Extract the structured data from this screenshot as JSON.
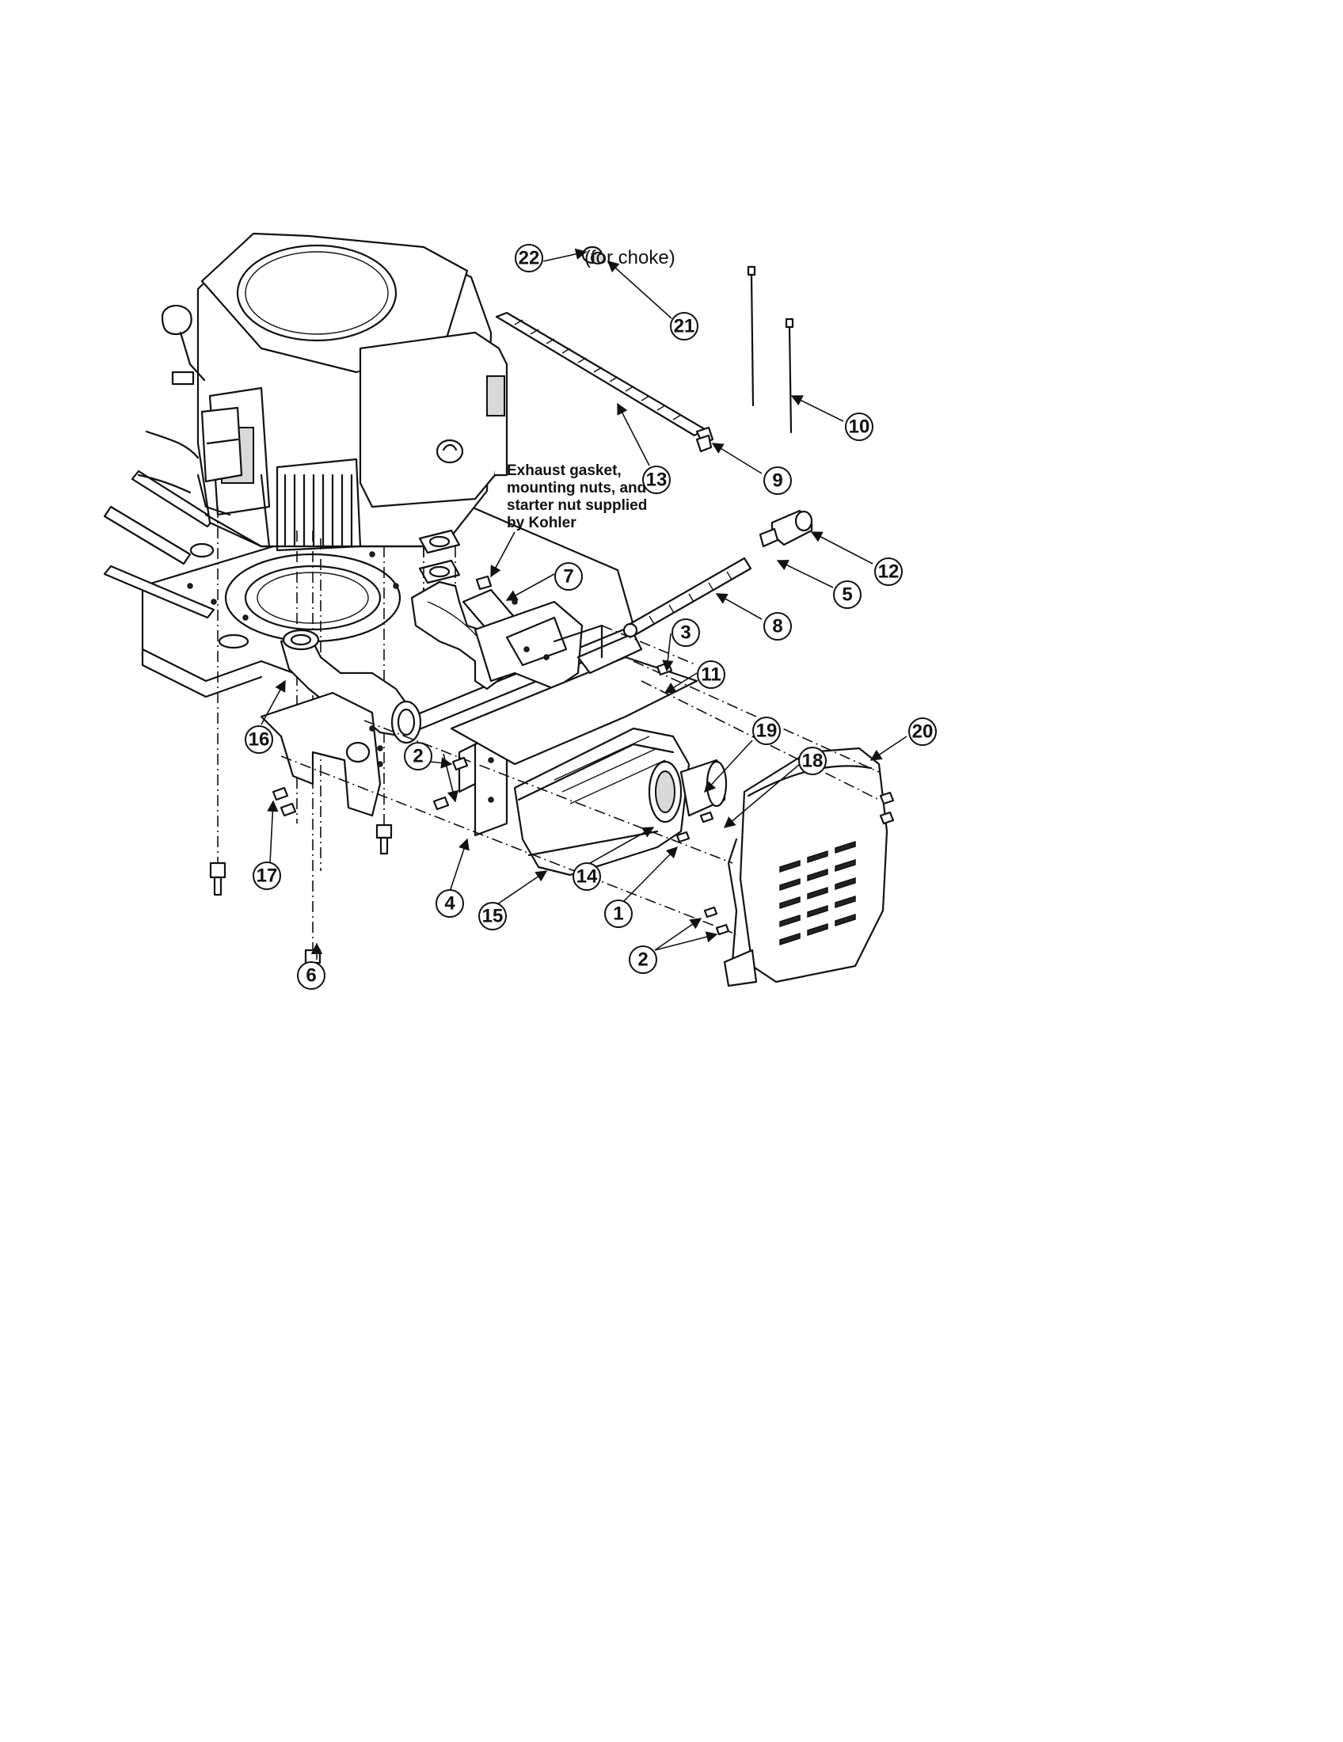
{
  "diagram": {
    "choke_note": "(for choke)",
    "exhaust_note": [
      "Exhaust gasket,",
      "mounting nuts, and",
      "starter nut supplied",
      "by Kohler"
    ],
    "callouts": {
      "c1": "1",
      "c2a": "2",
      "c2b": "2",
      "c3": "3",
      "c4": "4",
      "c5": "5",
      "c6": "6",
      "c7": "7",
      "c8": "8",
      "c9": "9",
      "c10": "10",
      "c11": "11",
      "c12": "12",
      "c13": "13",
      "c14": "14",
      "c15": "15",
      "c16": "16",
      "c17": "17",
      "c18": "18",
      "c19": "19",
      "c20": "20",
      "c21": "21",
      "c22": "22"
    }
  }
}
